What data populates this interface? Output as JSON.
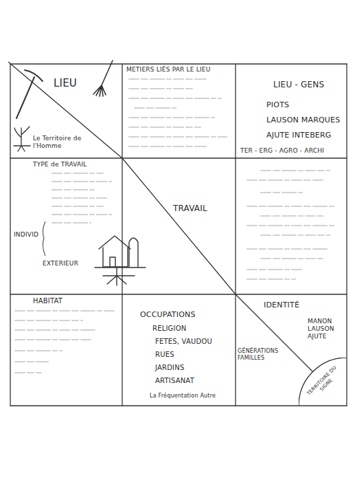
{
  "diagram": {
    "nodes": [
      {
        "text": [
          "LIEU",
          "Le Territoire de l'Homme"
        ]
      },
      {
        "text": [
          "METIERS LIÉS PAR LE LIEU"
        ]
      },
      {
        "text": [
          "LIEU - GENS",
          "PIOTS",
          "LAUSON MARQUES",
          "AJUTE INTEBERG",
          "TER - ERG - AGRO - ARCHI"
        ]
      },
      {
        "text": [
          "TYPE de TRAVAIL",
          "INDIVID",
          "EXTERIEUR"
        ]
      },
      {
        "text": [
          "TRAVAIL"
        ]
      },
      {
        "text": [
          "HABITAT"
        ]
      },
      {
        "text": [
          "OCCUPATIONS",
          "RELIGION",
          "FETES, VAUDOU",
          "RUES",
          "JARDINS",
          "ARTISANAT",
          "La Fréquentation Autre"
        ]
      },
      {
        "text": [
          "IDENTITÉ",
          "MANON LAUSON AJUTE",
          "GÉNÉRATIONS FAMILLES"
        ]
      },
      {
        "text": [
          "TERRITOIRE DU SIGNE"
        ],
        "in": 7
      }
    ]
  }
}
